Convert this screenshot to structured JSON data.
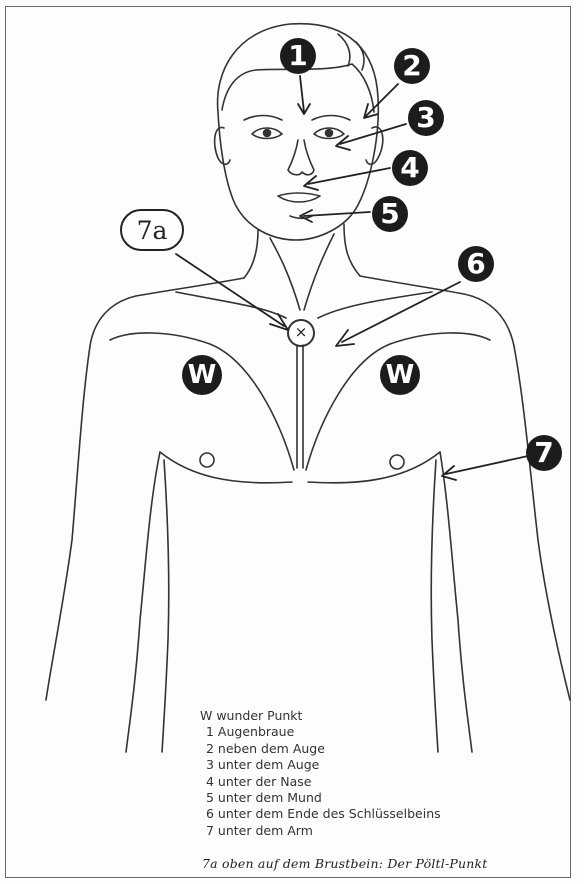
{
  "markers": [
    {
      "id": "marker-1",
      "label": "1"
    },
    {
      "id": "marker-2",
      "label": "2"
    },
    {
      "id": "marker-3",
      "label": "3"
    },
    {
      "id": "marker-4",
      "label": "4"
    },
    {
      "id": "marker-5",
      "label": "5"
    },
    {
      "id": "marker-6",
      "label": "6"
    },
    {
      "id": "marker-7",
      "label": "7"
    },
    {
      "id": "marker-w-left",
      "label": "W"
    },
    {
      "id": "marker-w-right",
      "label": "W"
    }
  ],
  "label_7a": "7a",
  "point_7a_symbol": "×",
  "legend": {
    "w": "W wunder Punkt",
    "items": [
      "1  Augenbraue",
      "2  neben dem Auge",
      "3  unter dem Auge",
      "4  unter der Nase",
      "5  unter dem Mund",
      "6  unter dem Ende des Schlüsselbeins",
      "7  unter dem Arm"
    ]
  },
  "handwritten_note": "7a oben auf dem Brustbein: Der Pöltl-Punkt",
  "colors": {
    "ink": "#222222",
    "badge": "#1c1c1c",
    "paper": "#fdfdfb"
  }
}
